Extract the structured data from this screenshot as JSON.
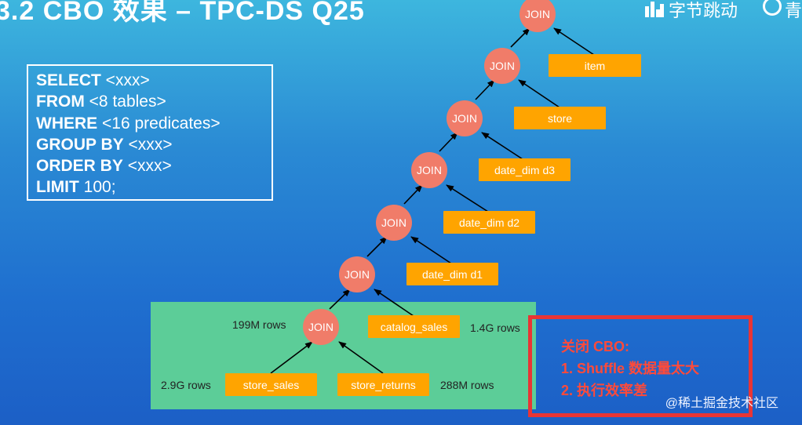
{
  "header": {
    "title": "3.2 CBO 效果 – TPC-DS Q25",
    "brand": "字节跳动",
    "brand_tail": "青"
  },
  "sql": [
    {
      "kw": "SELECT",
      "rest": " <xxx>"
    },
    {
      "kw": "FROM",
      "rest": " <8 tables>"
    },
    {
      "kw": "WHERE",
      "rest": " <16 predicates>"
    },
    {
      "kw": "GROUP BY",
      "rest": " <xxx>"
    },
    {
      "kw": "ORDER BY",
      "rest": " <xxx>"
    },
    {
      "kw": "LIMIT",
      "rest": " 100;"
    }
  ],
  "plan": {
    "join_label": "JOIN",
    "tables": [
      "item",
      "store",
      "date_dim d3",
      "date_dim d2",
      "date_dim d1",
      "catalog_sales",
      "store_sales",
      "store_returns"
    ],
    "rows": [
      "199M rows",
      "1.4G rows",
      "2.9G rows",
      "288M rows"
    ]
  },
  "note": {
    "lines": [
      "关闭 CBO:",
      "1. Shuffle 数据量太大",
      "2. 执行效率差"
    ]
  },
  "watermark": "@稀土掘金技术社区",
  "colors": {
    "join": "#f07c69",
    "table": "#ffa400",
    "green": "#5ccd98",
    "red": "#e83535"
  }
}
